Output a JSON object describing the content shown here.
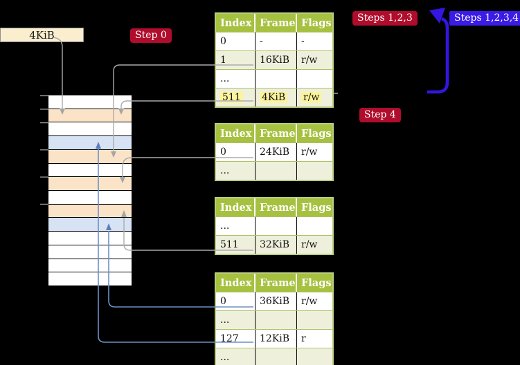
{
  "labels": {
    "frame_pointer": "4KiB",
    "step0_badge": "Step 0",
    "steps123_badge": "Steps 1,2,3",
    "steps1234_badge": "Steps 1,2,3,4",
    "step4_badge": "Step 4"
  },
  "colors": {
    "background": "#000000",
    "table_header_green": "#a6c140",
    "table_alt_row": "#eef0dc",
    "table_border": "#b9cc80",
    "highlight_yellow": "#fcf49c",
    "memory_free_frame": "#ffffff",
    "memory_page_table_frame": "#fbe3c8",
    "memory_mapped_page_frame": "#d7e3f4",
    "label_box": "#fbeecf",
    "badge_red": "#b00d2c",
    "badge_blue": "#3a1ce6",
    "arrow_gray": "#ababab",
    "arrow_blue": "#6d8fc7",
    "recursive_arrow_blue": "#3316df"
  },
  "memory": {
    "rows": [
      "free",
      "page-table",
      "free",
      "mapped-page",
      "page-table",
      "free",
      "page-table",
      "free",
      "page-table",
      "mapped-page",
      "free",
      "free",
      "free",
      "free"
    ]
  },
  "tables": [
    {
      "id": "table-1",
      "headers": [
        "Index",
        "Frame",
        "Flags"
      ],
      "rows": [
        {
          "cells": [
            "0",
            "-",
            "-"
          ]
        },
        {
          "cells": [
            "1",
            "16KiB",
            "r/w"
          ]
        },
        {
          "cells": [
            "...",
            "",
            ""
          ]
        },
        {
          "cells": [
            "511",
            "4KiB",
            "r/w"
          ],
          "highlighted": true
        }
      ],
      "highlighted_row": "511"
    },
    {
      "id": "table-2",
      "headers": [
        "Index",
        "Frame",
        "Flags"
      ],
      "rows": [
        {
          "cells": [
            "0",
            "24KiB",
            "r/w"
          ]
        },
        {
          "cells": [
            "...",
            "",
            ""
          ]
        }
      ]
    },
    {
      "id": "table-3",
      "headers": [
        "Index",
        "Frame",
        "Flags"
      ],
      "rows": [
        {
          "cells": [
            "...",
            "",
            ""
          ]
        },
        {
          "cells": [
            "511",
            "32KiB",
            "r/w"
          ]
        }
      ]
    },
    {
      "id": "table-4",
      "headers": [
        "Index",
        "Frame",
        "Flags"
      ],
      "rows": [
        {
          "cells": [
            "0",
            "36KiB",
            "r/w"
          ]
        },
        {
          "cells": [
            "...",
            "",
            ""
          ]
        },
        {
          "cells": [
            "127",
            "12KiB",
            "r"
          ]
        },
        {
          "cells": [
            "...",
            "",
            ""
          ]
        }
      ]
    }
  ]
}
